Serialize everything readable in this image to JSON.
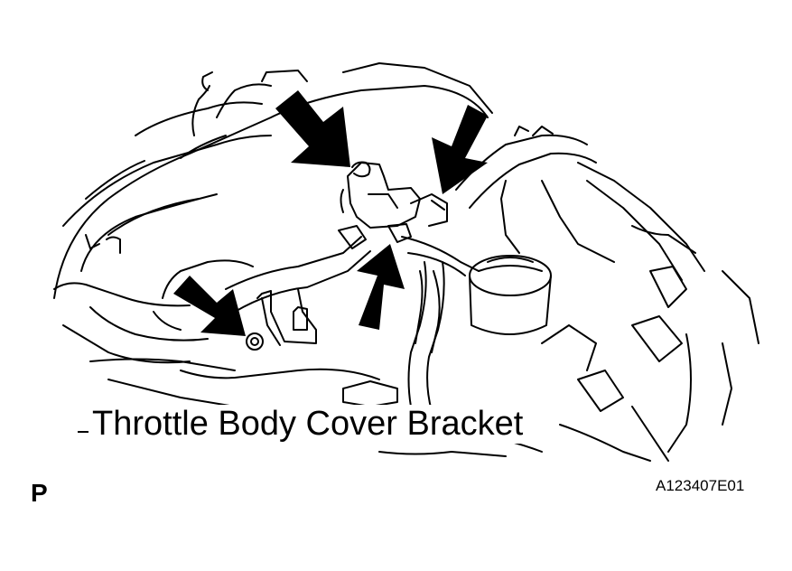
{
  "diagram": {
    "callout_label": "Throttle Body Cover Bracket",
    "view_letter": "P",
    "figure_id": "A123407E01"
  },
  "colors": {
    "line": "#000000",
    "background": "#ffffff"
  },
  "arrows": [
    {
      "name": "arrow-upper-left",
      "points_to": "vsv-connector"
    },
    {
      "name": "arrow-upper-right",
      "points_to": "hose-connector"
    },
    {
      "name": "arrow-lower-left",
      "points_to": "bracket-nut"
    },
    {
      "name": "arrow-center",
      "points_to": "hose-clamp"
    }
  ]
}
